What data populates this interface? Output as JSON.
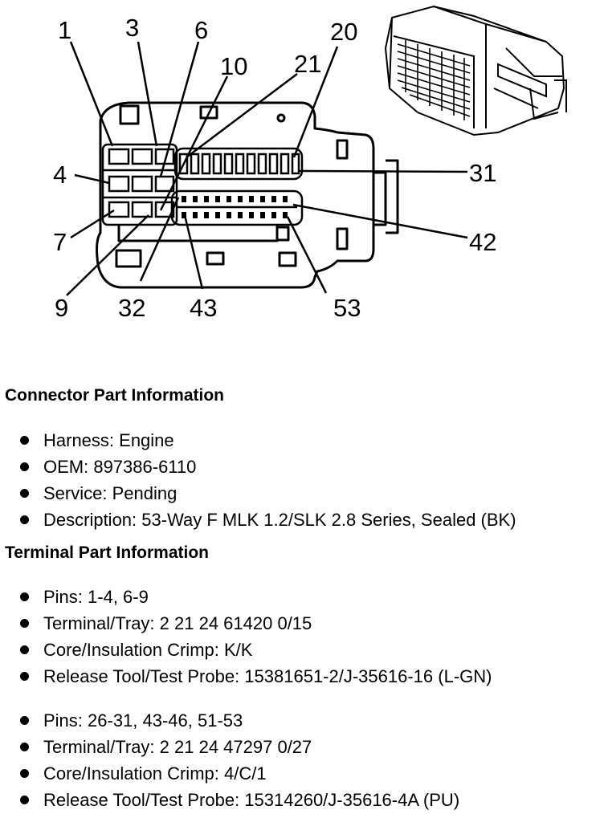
{
  "diagram": {
    "pin_callouts": [
      "1",
      "3",
      "6",
      "10",
      "21",
      "20",
      "4",
      "31",
      "7",
      "42",
      "9",
      "32",
      "43",
      "53"
    ]
  },
  "connector": {
    "title": "Connector Part Information",
    "items": [
      "Harness: Engine",
      "OEM: 897386-6110",
      "Service: Pending",
      "Description: 53-Way F MLK 1.2/SLK 2.8 Series, Sealed (BK)"
    ]
  },
  "terminal": {
    "title": "Terminal Part Information",
    "group1": [
      "Pins: 1-4, 6-9",
      "Terminal/Tray: 2 21 24 61420 0/15",
      "Core/Insulation Crimp: K/K",
      "Release Tool/Test Probe: 15381651-2/J-35616-16 (L-GN)"
    ],
    "group2": [
      "Pins: 26-31, 43-46, 51-53",
      "Terminal/Tray: 2 21 24 47297 0/27",
      "Core/Insulation Crimp: 4/C/1",
      "Release Tool/Test Probe: 15314260/J-35616-4A (PU)"
    ]
  }
}
